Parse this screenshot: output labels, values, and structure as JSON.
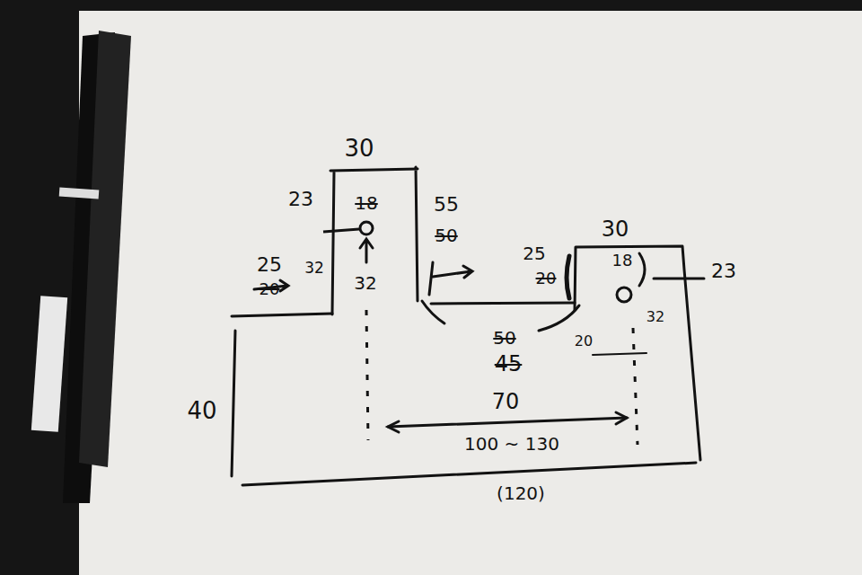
{
  "diagram": {
    "labels": [
      "30",
      "23",
      "18",
      "55",
      "50",
      "25",
      "20",
      "32",
      "32",
      "30",
      "25",
      "20",
      "18",
      "23",
      "32",
      "20",
      "50",
      "45",
      "70",
      "40",
      "100 ~ 130",
      "(120)"
    ]
  }
}
